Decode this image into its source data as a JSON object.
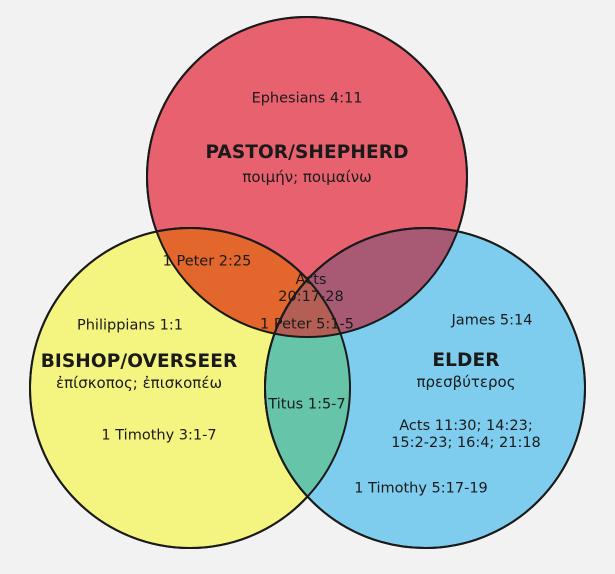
{
  "diagram": {
    "type": "venn-3-set",
    "background_color": "#f2f2f2",
    "outline_color": "#1a1a1a",
    "sets": [
      {
        "id": "pastor",
        "title": "PASTOR/SHEPHERD",
        "greek": "ποιμήν; ποιμαίνω",
        "color": "#e8616f",
        "references": [
          "Ephesians 4:11"
        ]
      },
      {
        "id": "bishop",
        "title": "BISHOP/OVERSEER",
        "greek": "ἐπίσκοπος; ἐπισκοπέω",
        "color": "#f4f480",
        "references": [
          "Philippians 1:1",
          "1 Timothy 3:1-7"
        ]
      },
      {
        "id": "elder",
        "title": "ELDER",
        "greek": "πρεσβύτερος",
        "color": "#7fcdee",
        "references": [
          "James 5:14",
          "Acts 11:30; 14:23;\n15:2-23; 16:4; 21:18",
          "1 Timothy 5:17-19"
        ]
      }
    ],
    "overlaps": [
      {
        "id": "pastor-bishop",
        "color": "#e3672c",
        "label": "1 Peter 2:25"
      },
      {
        "id": "pastor-elder",
        "color": "#a85a74",
        "label": ""
      },
      {
        "id": "bishop-elder",
        "color": "#66c5a8",
        "label": "Titus 1:5-7"
      },
      {
        "id": "center",
        "color": "#b35f56",
        "label_line1": "Acts\n20:17-28",
        "label_line2": "1 Peter 5:1-5"
      }
    ],
    "labels": {
      "pastor_ref": "Ephesians 4:11",
      "pastor_title": "PASTOR/SHEPHERD",
      "pastor_greek": "ποιμήν; ποιμαίνω",
      "bishop_ref_1": "Philippians 1:1",
      "bishop_title": "BISHOP/OVERSEER",
      "bishop_greek": "ἐπίσκοπος; ἐπισκοπέω",
      "bishop_ref_2": "1 Timothy 3:1-7",
      "elder_ref_1": "James 5:14",
      "elder_title": "ELDER",
      "elder_greek": "πρεσβύτερος",
      "elder_ref_2": "Acts 11:30; 14:23;\n15:2-23; 16:4; 21:18",
      "elder_ref_3": "1 Timothy 5:17-19",
      "overlap_pastor_bishop": "1 Peter 2:25",
      "overlap_bishop_elder": "Titus 1:5-7",
      "center_ref_1": "Acts\n20:17-28",
      "center_ref_2": "1 Peter 5:1-5"
    }
  }
}
